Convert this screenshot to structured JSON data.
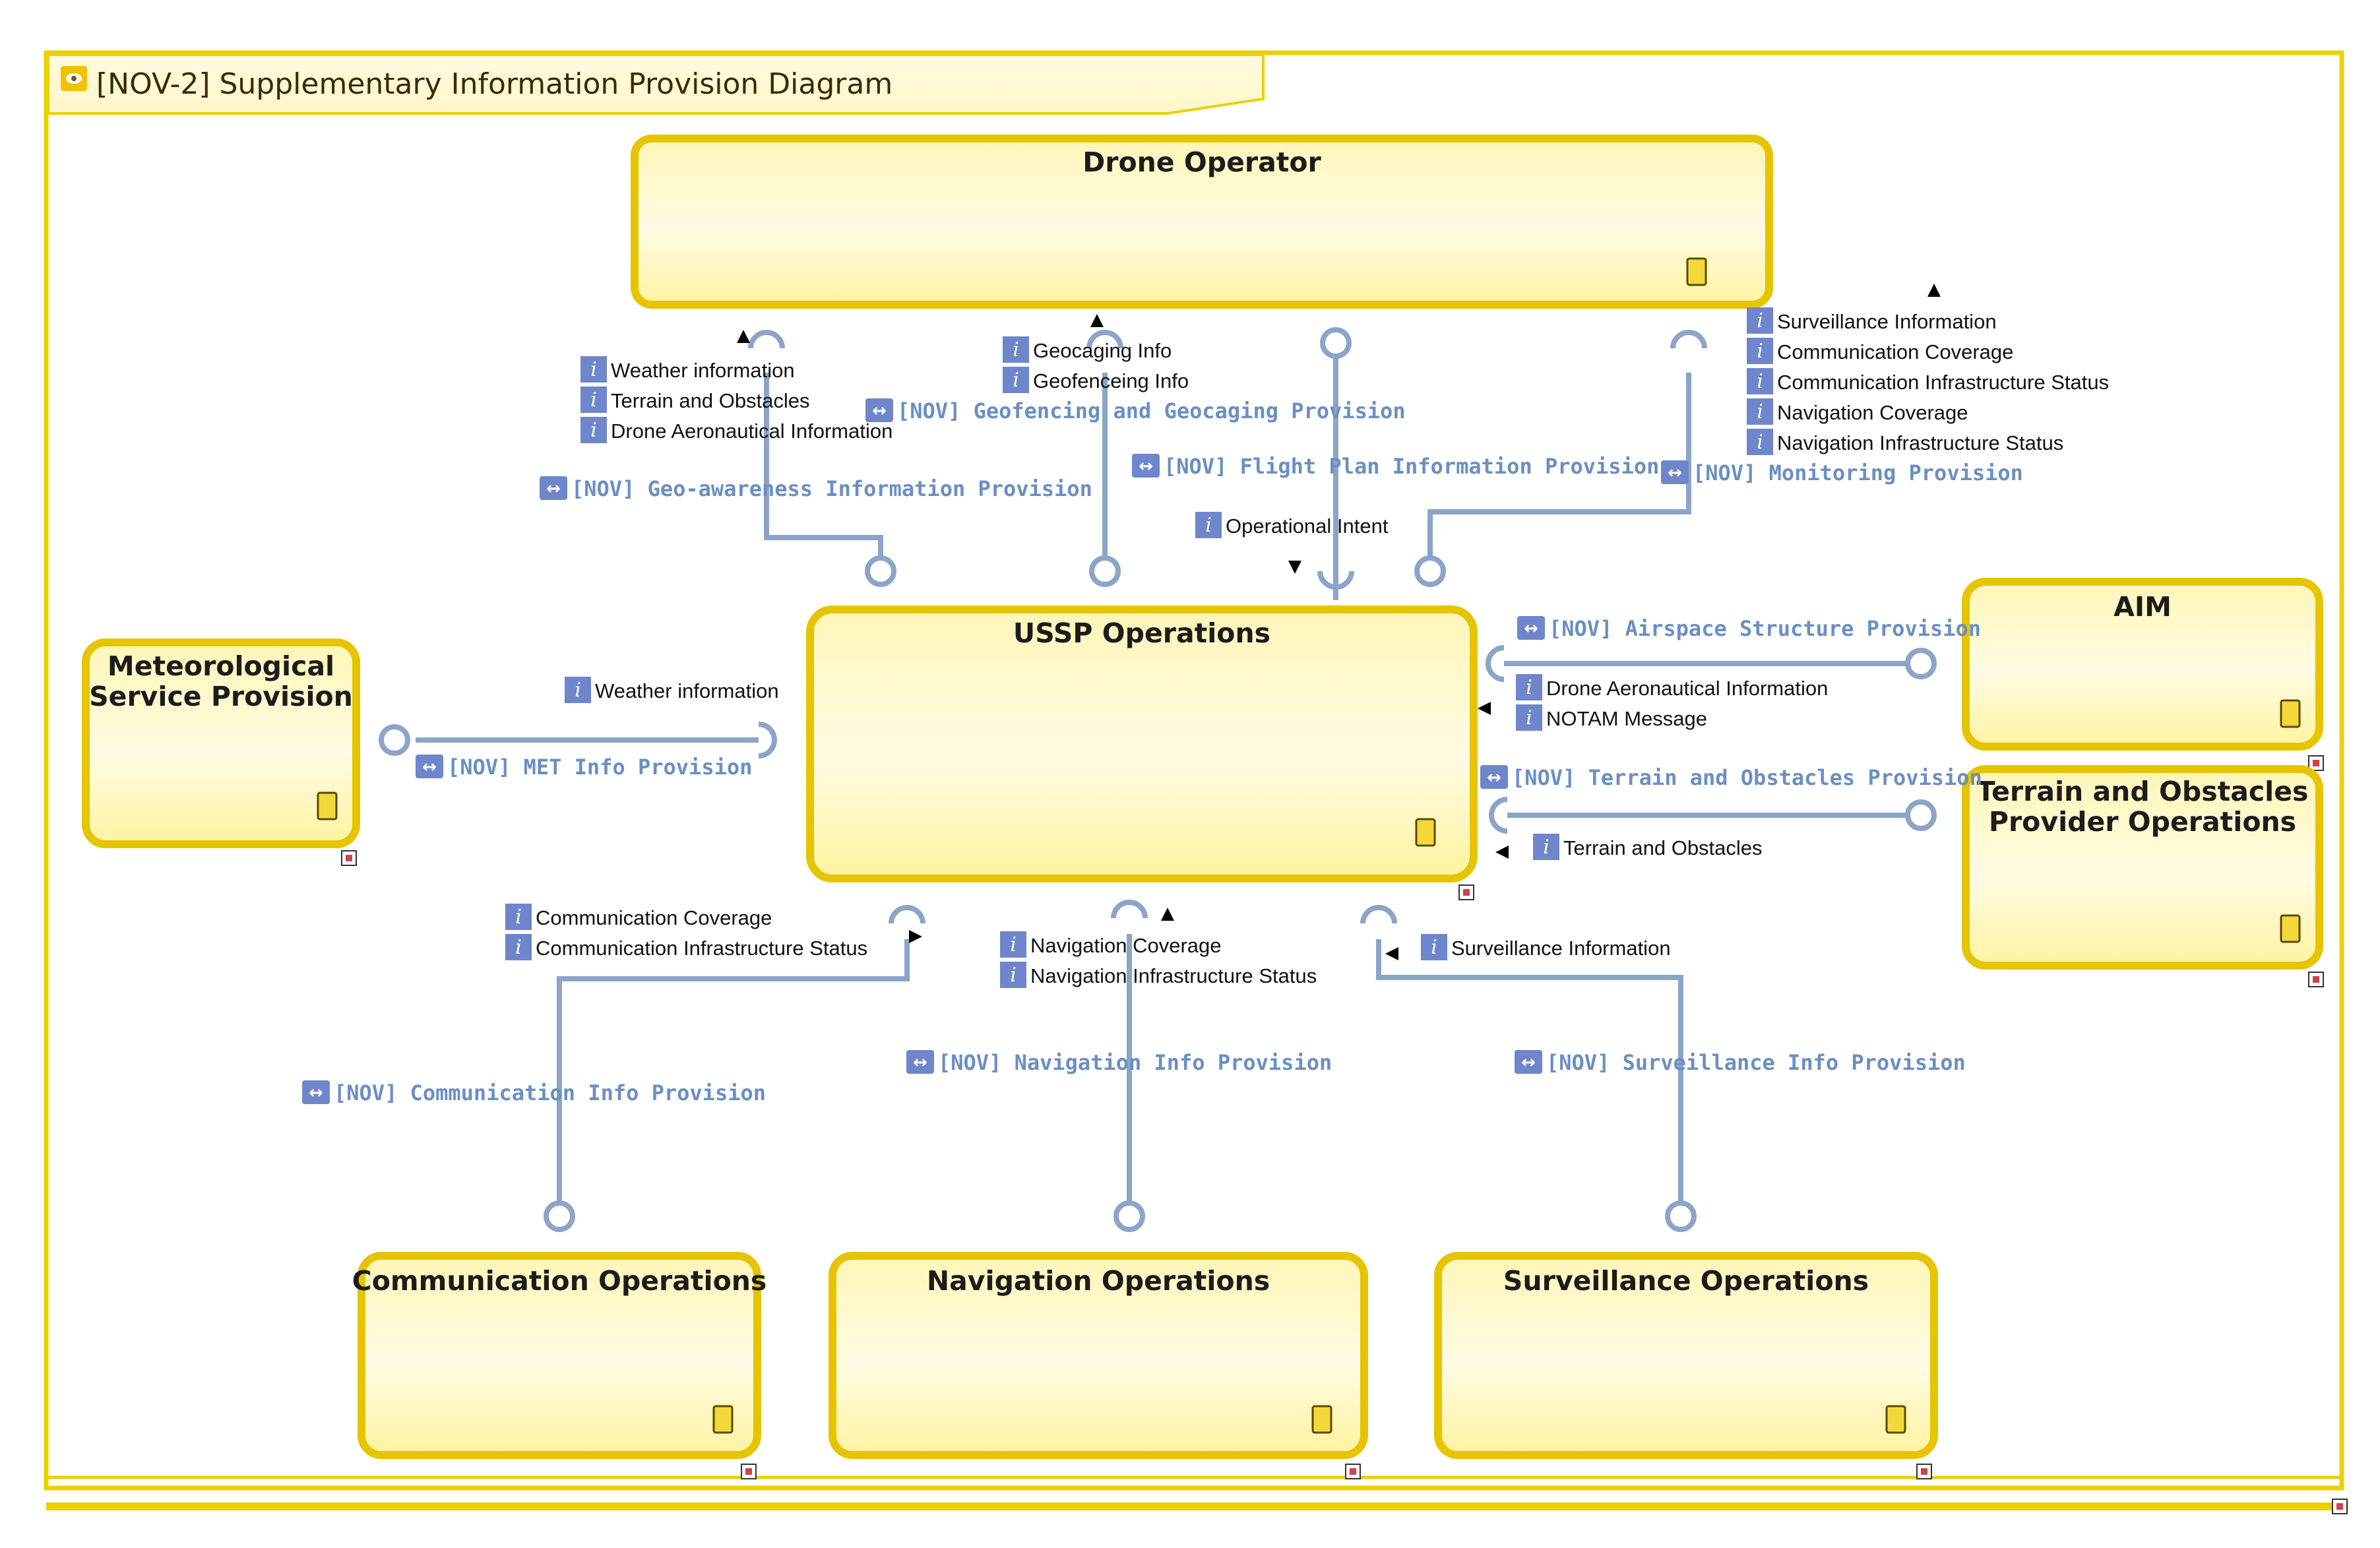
{
  "frame": {
    "title": "[NOV-2] Supplementary Information Provision Diagram",
    "icon": "eye-icon"
  },
  "colors": {
    "node_border": "#e6c400",
    "node_fill": "#fff3a6",
    "connector": "#8ca4c8",
    "flow_label": "#6b8fc2",
    "info_icon": "#6f86cc",
    "frame_border": "#ecd000"
  },
  "nodes": {
    "drone_operator": "Drone Operator",
    "ussp_operations": "USSP Operations",
    "met": {
      "line1": "Meteorological",
      "line2": "Service Provision"
    },
    "aim": "AIM",
    "terrain_provider": {
      "line1": "Terrain and Obstacles",
      "line2": "Provider Operations"
    },
    "communication_ops": "Communication Operations",
    "navigation_ops": "Navigation Operations",
    "surveillance_ops": "Surveillance Operations"
  },
  "flows": {
    "geo_awareness": "[NOV] Geo-awareness Information Provision",
    "geofencing": "[NOV] Geofencing and Geocaging Provision",
    "flight_plan": "[NOV] Flight Plan Information Provision",
    "monitoring": "[NOV] Monitoring Provision",
    "met_info": "[NOV] MET Info Provision",
    "airspace_structure": "[NOV] Airspace Structure Provision",
    "terrain_obstacles": "[NOV] Terrain and Obstacles Provision",
    "communication": "[NOV] Communication Info Provision",
    "navigation": "[NOV] Navigation Info Provision",
    "surveillance": "[NOV] Surveillance Info Provision"
  },
  "info_items": {
    "geo_awareness": [
      "Weather information",
      "Terrain and Obstacles",
      "Drone Aeronautical Information"
    ],
    "geofencing": [
      "Geocaging Info",
      "Geofenceing Info"
    ],
    "flight_plan": [
      "Operational Intent"
    ],
    "monitoring": [
      "Surveillance Information",
      "Communication Coverage",
      "Communication Infrastructure Status",
      "Navigation Coverage",
      "Navigation Infrastructure Status"
    ],
    "met_info": [
      "Weather information"
    ],
    "airspace_structure": [
      "Drone Aeronautical Information",
      "NOTAM Message"
    ],
    "terrain_obstacles": [
      "Terrain and Obstacles"
    ],
    "communication": [
      "Communication Coverage",
      "Communication Infrastructure Status"
    ],
    "navigation": [
      "Navigation Coverage",
      "Navigation Infrastructure Status"
    ],
    "surveillance": [
      "Surveillance Information"
    ]
  },
  "icons": {
    "info": "information-icon",
    "flow": "needline-icon",
    "node_marker": "node-element-icon",
    "expand": "expand-corner-icon"
  }
}
